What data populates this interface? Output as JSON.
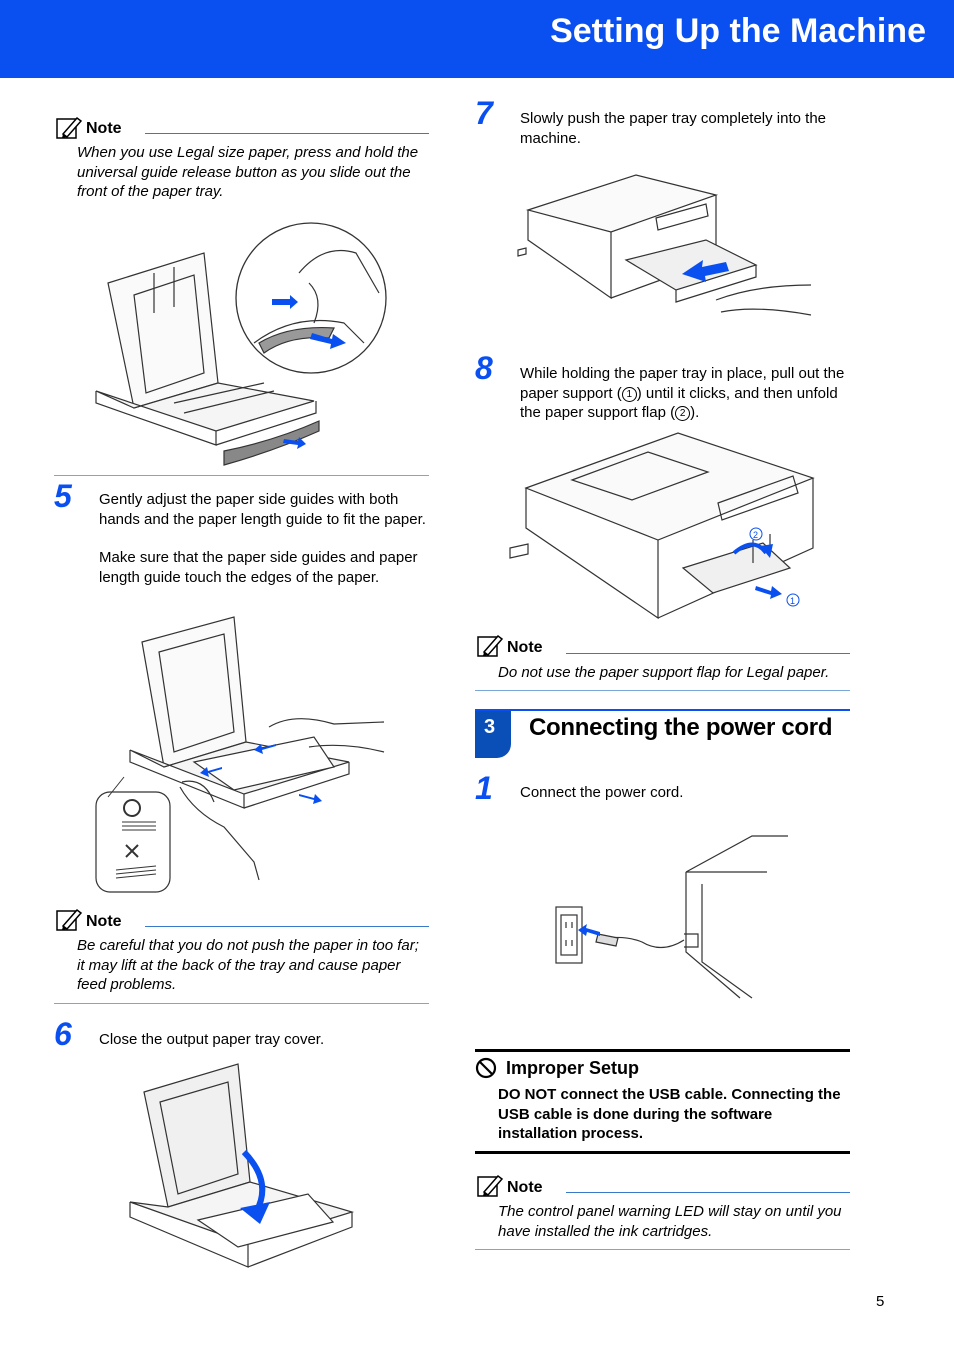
{
  "header": {
    "title": "Setting Up the Machine"
  },
  "left": {
    "note1": {
      "label": "Note",
      "text": "When you use Legal size paper, press and hold the universal guide release button as you slide out the front of the paper tray."
    },
    "step5": {
      "number": "5",
      "text1": "Gently adjust the paper side guides with both hands and the paper length guide to fit the paper.",
      "text2": "Make sure that the paper side guides and paper length guide touch the edges of the paper."
    },
    "note2": {
      "label": "Note",
      "text": "Be careful that you do not push the paper in too far; it may lift at the back of the tray and cause paper feed problems."
    },
    "step6": {
      "number": "6",
      "text": "Close the output paper tray cover."
    }
  },
  "right": {
    "step7": {
      "number": "7",
      "text": "Slowly push the paper tray completely into the machine."
    },
    "step8": {
      "number": "8",
      "text_a": "While holding the paper tray in place, pull out the paper support (",
      "marker1": "1",
      "text_b": ") until it clicks, and then unfold the paper support flap (",
      "marker2": "2",
      "text_c": ")."
    },
    "note3": {
      "label": "Note",
      "text": "Do not use the paper support flap for Legal paper."
    },
    "section": {
      "number": "3",
      "title": "Connecting the power cord"
    },
    "step1": {
      "number": "1",
      "text": "Connect the power cord."
    },
    "improper": {
      "title": "Improper Setup",
      "text": "DO NOT connect the USB cable. Connecting the USB cable is done during the software installation process."
    },
    "note4": {
      "label": "Note",
      "text": "The control panel warning LED will stay on until you have installed the ink cartridges."
    }
  },
  "figure_labels": {
    "callout1": "1",
    "callout2": "2"
  },
  "footer": {
    "page_number": "5"
  },
  "colors": {
    "brand_blue": "#0a50f0",
    "section_blue": "#0a4fb8",
    "rule_blue": "#3a78c8"
  }
}
